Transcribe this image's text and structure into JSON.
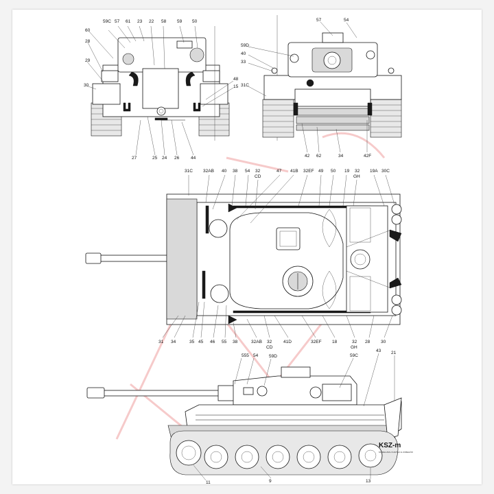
{
  "brand": {
    "logo_text": "KSZ-m",
    "logo_subtext": "MODELLBAU KARTEN & ZUBEHÖR"
  },
  "views": {
    "rear": {
      "labels": [
        "59C",
        "57",
        "61",
        "23",
        "22",
        "58",
        "59",
        "50",
        "60",
        "28",
        "29",
        "30",
        "48",
        "15",
        "27",
        "25",
        "24",
        "26",
        "44"
      ]
    },
    "front": {
      "labels": [
        "57",
        "54",
        "59D",
        "40",
        "33",
        "31C",
        "42",
        "62",
        "34",
        "42F"
      ]
    },
    "top": {
      "top_labels": [
        "31C",
        "32AB",
        "40",
        "38",
        "54",
        "32",
        "CD",
        "47",
        "41B",
        "32EF",
        "49",
        "50",
        "19",
        "32",
        "GH",
        "19A",
        "30C"
      ],
      "bottom_labels": [
        "31",
        "34",
        "35",
        "45",
        "46",
        "55",
        "38",
        "32AB",
        "32",
        "CD",
        "41D",
        "32EF",
        "18",
        "32",
        "GH",
        "28",
        "30"
      ]
    },
    "side": {
      "labels": [
        "555",
        "54",
        "59D",
        "59C",
        "43",
        "21",
        "11",
        "9",
        "13"
      ]
    }
  }
}
